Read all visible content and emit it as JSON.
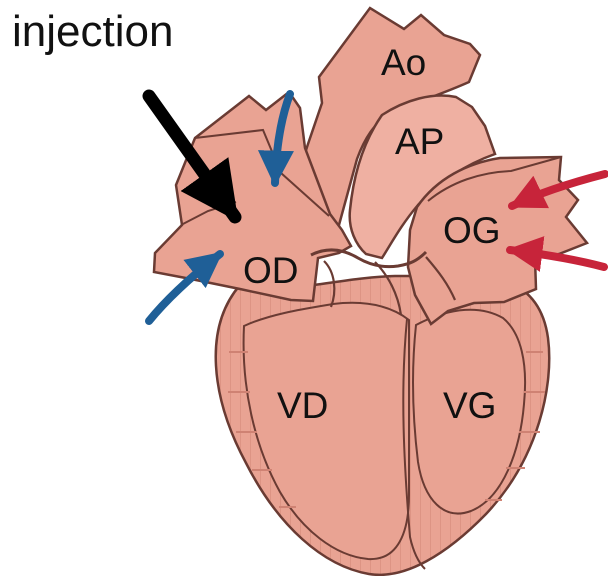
{
  "title": "injection",
  "labels": {
    "aorta": "Ao",
    "pulmonary_artery": "AP",
    "right_atrium": "OD",
    "left_atrium": "OG",
    "right_ventricle": "VD",
    "left_ventricle": "VG"
  },
  "colors": {
    "tissue_fill": "#e9a393",
    "tissue_light": "#f1b8aa",
    "tissue_stroke": "#6a3b33",
    "cavity_fill": "#dd8f7e",
    "wall_stripe": "#cf8273",
    "blue_arrow": "#1f5f97",
    "red_arrow": "#c7243a",
    "injection_arrow": "#000000",
    "text": "#111111"
  },
  "icons": {
    "injection": "black-arrow-icon",
    "venous_inflow": "blue-arrow-icon",
    "pulmonary_inflow": "red-arrow-icon"
  }
}
